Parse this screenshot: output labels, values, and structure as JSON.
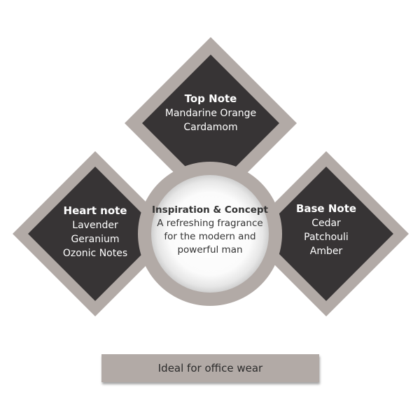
{
  "colors": {
    "frame": "#b2aaa6",
    "diamond": "#373435",
    "center_fill": "#ffffff",
    "text_light": "#ffffff",
    "text_dark": "#333333",
    "background": "#ffffff"
  },
  "top_note": {
    "title": "Top Note",
    "lines": [
      "Mandarine Orange",
      "Cardamom"
    ]
  },
  "heart_note": {
    "title": "Heart note",
    "lines": [
      "Lavender",
      "Geranium",
      "Ozonic Notes"
    ]
  },
  "base_note": {
    "title": "Base Note",
    "lines": [
      "Cedar",
      "Patchouli",
      "Amber"
    ]
  },
  "center": {
    "title": "Inspiration & Concept",
    "lines": [
      "A refreshing fragrance",
      "for the modern and",
      "powerful man"
    ]
  },
  "footer": {
    "label": "Ideal for office wear"
  }
}
